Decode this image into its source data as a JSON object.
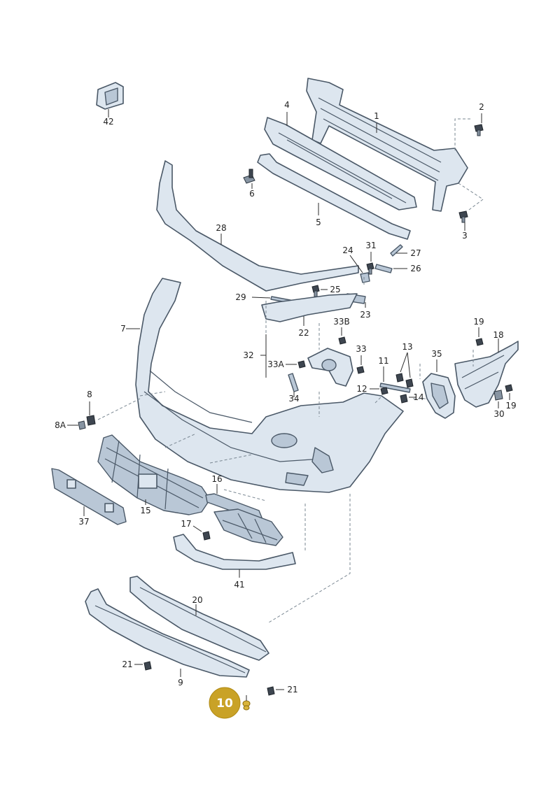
{
  "labels": {
    "p1": "1",
    "p2": "2",
    "p3": "3",
    "p4": "4",
    "p5": "5",
    "p6": "6",
    "p7": "7",
    "p8": "8",
    "p8a": "8A",
    "p9": "9",
    "p11": "11",
    "p12": "12",
    "p13": "13",
    "p14": "14",
    "p15": "15",
    "p16": "16",
    "p17": "17",
    "p18": "18",
    "p19a": "19",
    "p19b": "19",
    "p20": "20",
    "p21a": "21",
    "p21b": "21",
    "p22": "22",
    "p23": "23",
    "p24": "24",
    "p25": "25",
    "p26": "26",
    "p27": "27",
    "p28": "28",
    "p29": "29",
    "p30": "30",
    "p31": "31",
    "p32": "32",
    "p33": "33",
    "p33a": "33A",
    "p33b": "33B",
    "p34": "34",
    "p35": "35",
    "p37": "37",
    "p41": "41",
    "p42": "42"
  },
  "highlight": {
    "label": "10",
    "color": "#c9a227"
  },
  "colors": {
    "part_fill": "#dde6ef",
    "outline": "#4a5867",
    "badge": "#c9a227"
  }
}
